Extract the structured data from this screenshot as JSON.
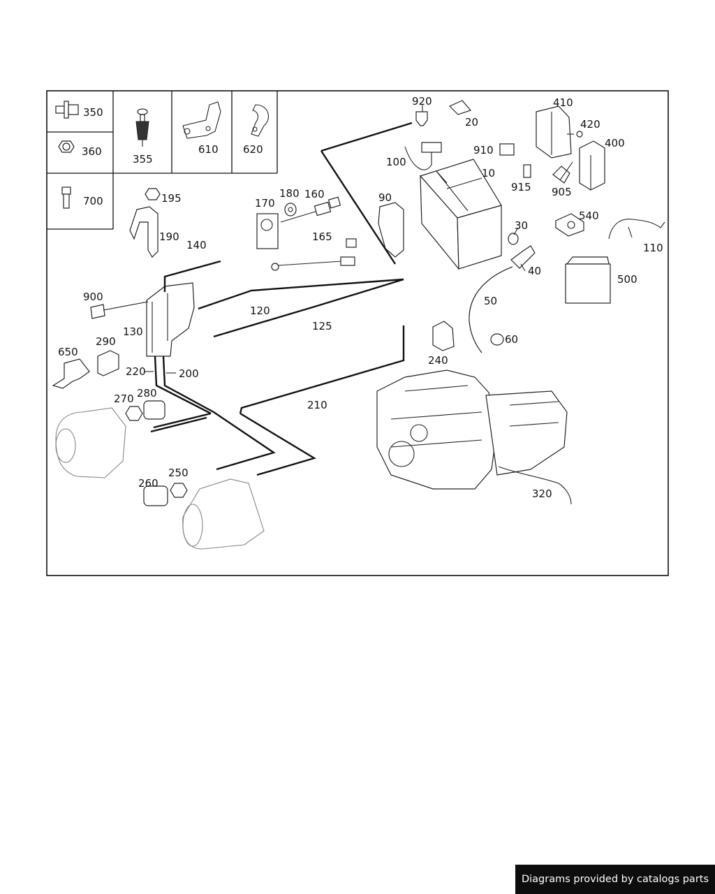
{
  "callouts": {
    "c350": "350",
    "c360": "360",
    "c700": "700",
    "c355": "355",
    "c610": "610",
    "c620": "620",
    "c920": "920",
    "c20": "20",
    "c410": "410",
    "c420": "420",
    "c400": "400",
    "c910": "910",
    "c100": "100",
    "c10": "10",
    "c915": "915",
    "c905": "905",
    "c195": "195",
    "c180": "180",
    "c160": "160",
    "c170": "170",
    "c90": "90",
    "c540": "540",
    "c190": "190",
    "c140": "140",
    "c165": "165",
    "c30": "30",
    "c110": "110",
    "c40": "40",
    "c500": "500",
    "c900": "900",
    "c120": "120",
    "c50": "50",
    "c125": "125",
    "c130": "130",
    "c60": "60",
    "c650": "650",
    "c290": "290",
    "c240": "240",
    "c220": "220",
    "c200": "200",
    "c280": "280",
    "c270": "270",
    "c210": "210",
    "c250": "250",
    "c260": "260",
    "c320": "320"
  },
  "footer": {
    "credit": "Diagrams provided by catalogs parts"
  }
}
